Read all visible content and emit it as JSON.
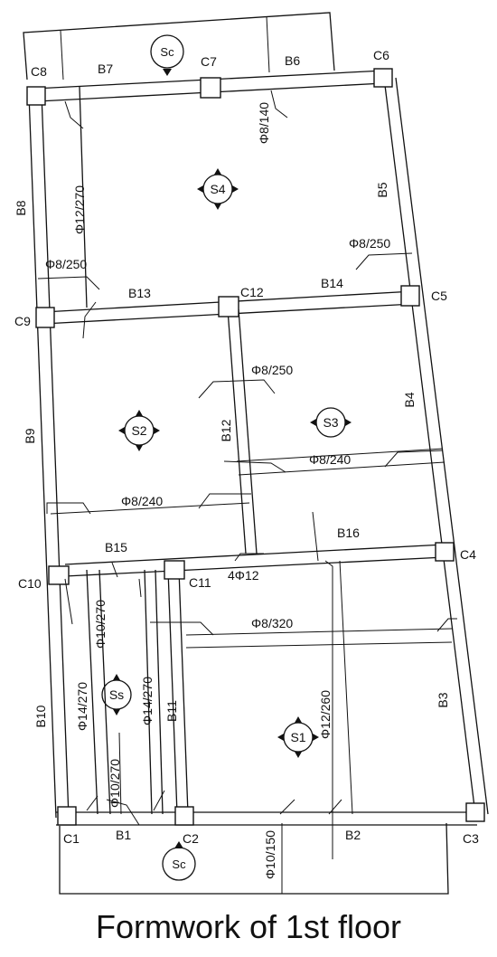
{
  "caption": "Formwork of 1st floor",
  "columns": [
    "C8",
    "C7",
    "C6",
    "C9",
    "C12",
    "C5",
    "C10",
    "C11",
    "C4",
    "C1",
    "C2",
    "C3"
  ],
  "beams": [
    "B7",
    "B6",
    "B8",
    "B5",
    "B13",
    "B14",
    "B9",
    "B12",
    "B4",
    "B15",
    "B16",
    "B10",
    "B11",
    "B3",
    "B1",
    "B2"
  ],
  "slabs": [
    "S4",
    "S2",
    "S3",
    "Ss",
    "S1"
  ],
  "section_marks": [
    "Sc",
    "Sc"
  ],
  "rebars": [
    "Φ8/140",
    "Φ12/270",
    "Φ8/250",
    "Φ8/250",
    "Φ8/250",
    "Φ8/240",
    "Φ8/240",
    "4Φ12",
    "Φ10/270",
    "Φ8/320",
    "Φ14/270",
    "Φ14/270",
    "Φ12/260",
    "Φ10/270",
    "Φ10/150"
  ]
}
